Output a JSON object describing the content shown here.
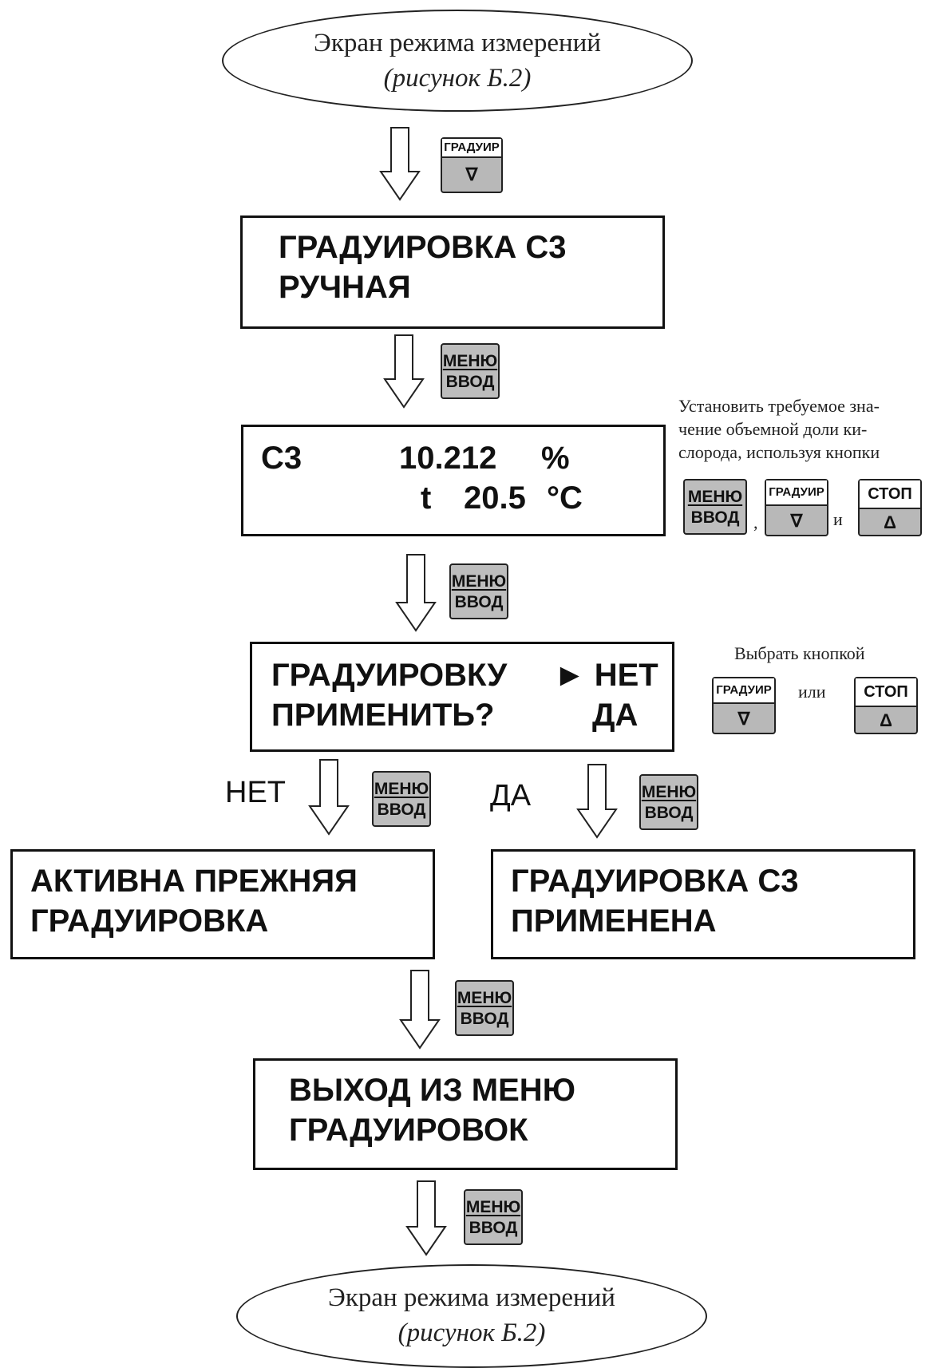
{
  "start": {
    "line1": "Экран режима измерений",
    "line2": "(рисунок Б.2)"
  },
  "end": {
    "line1": "Экран режима измерений",
    "line2": "(рисунок Б.2)"
  },
  "keys": {
    "grad": {
      "top": "ГРАДУИР",
      "symbol": "∇"
    },
    "stop": {
      "top": "СТОП",
      "symbol": "Δ"
    },
    "menu": {
      "top": "МЕНЮ",
      "bottom": "ВВОД"
    }
  },
  "box1": {
    "line1": "ГРАДУИРОВКА С3",
    "line2": "РУЧНАЯ"
  },
  "box2": {
    "label": "С3",
    "value": "10.212",
    "unit": "%",
    "t_label": "t",
    "t_value": "20.5",
    "t_unit": "°C"
  },
  "note1": {
    "text1": "Установить требуемое зна-",
    "text2": "чение объемной доли ки-",
    "text3": "слорода, используя кнопки",
    "comma": ",",
    "and": "и"
  },
  "box3": {
    "line1": "ГРАДУИРОВКУ",
    "line2": "ПРИМЕНИТЬ?",
    "opt1": "► НЕТ",
    "opt2": "ДА"
  },
  "note2": {
    "text": "Выбрать кнопкой",
    "or": "или"
  },
  "branch": {
    "no": "НЕТ",
    "yes": "ДА"
  },
  "box4": {
    "line1": "АКТИВНА ПРЕЖНЯЯ",
    "line2": "ГРАДУИРОВКА"
  },
  "box5": {
    "line1": "ГРАДУИРОВКА С3",
    "line2": "ПРИМЕНЕНА"
  },
  "box6": {
    "line1": "ВЫХОД ИЗ МЕНЮ",
    "line2": "ГРАДУИРОВОК"
  }
}
